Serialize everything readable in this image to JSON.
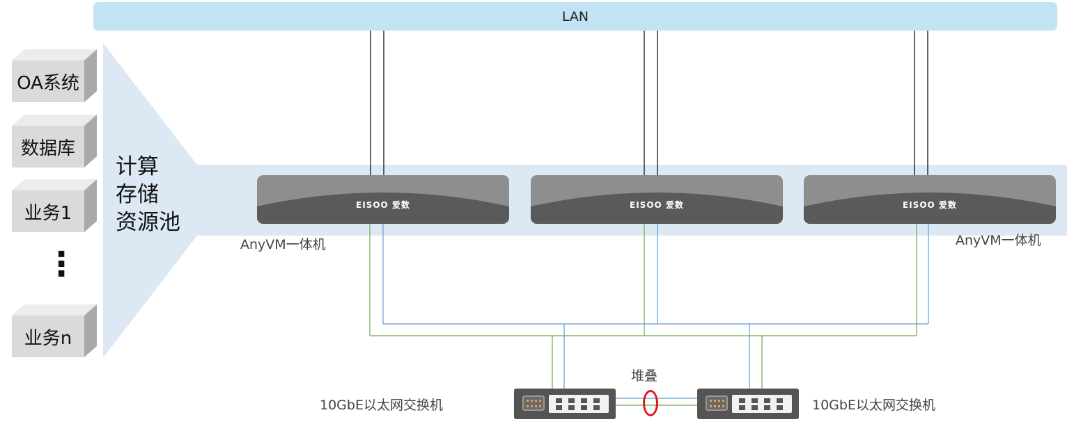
{
  "lan_label": "LAN",
  "services": [
    "OA系统",
    "数据库",
    "业务1",
    "业务n"
  ],
  "ellipsis": "⋮",
  "pool_label_lines": [
    "计算",
    "存储",
    "资源池"
  ],
  "server_caption_left": "AnyVM一体机",
  "server_caption_right": "AnyVM一体机",
  "server_logo": "EISOO 爱数",
  "stack_label": "堆叠",
  "switch_caption_left": "10GbE以太网交换机",
  "switch_caption_right": "10GbE以太网交换机",
  "colors": {
    "lan_bar": "#c2e3f3",
    "pool_band": "#dce8f4",
    "pool_wedge": "#dce8f4",
    "server_body": "#8e8e8e",
    "server_base": "#5a5a5a",
    "switch_body": "#545454",
    "link_green": "#6aab46",
    "link_blue": "#5f9bd1",
    "lan_link": "#111111",
    "stack_ring": "#e0191b"
  }
}
